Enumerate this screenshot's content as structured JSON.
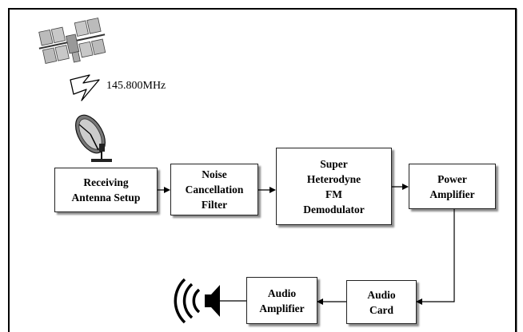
{
  "frequency_label": "145.800MHz",
  "blocks": {
    "receiving_antenna": "Receiving\nAntenna Setup",
    "noise_filter": "Noise\nCancellation\nFilter",
    "fm_demodulator": "Super\nHeterodyne\nFM\nDemodulator",
    "power_amplifier": "Power\nAmplifier",
    "audio_card": "Audio\nCard",
    "audio_amplifier": "Audio\nAmplifier"
  },
  "icons": [
    "satellite-icon",
    "lightning-icon",
    "dish-antenna-icon",
    "speaker-icon"
  ]
}
